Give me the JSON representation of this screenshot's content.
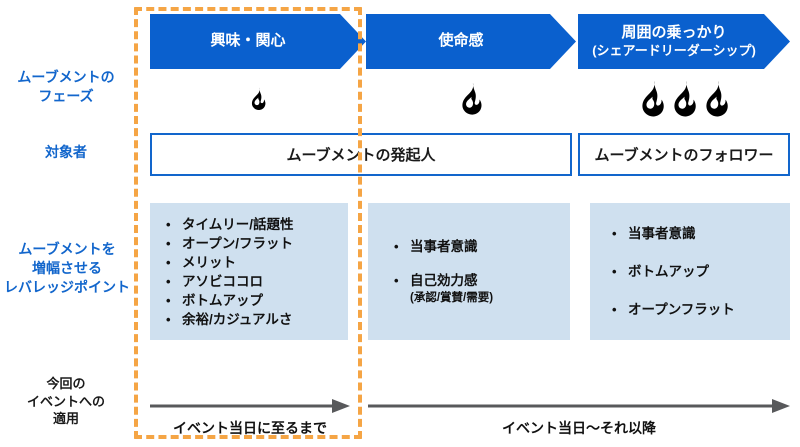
{
  "colors": {
    "chevron_blue": "#0A60CE",
    "label_blue": "#1266CC",
    "box_light_blue": "#CFE0EF",
    "dashed_orange": "#F5A545",
    "timeline_gray": "#58595B",
    "text_black": "#111111"
  },
  "row_labels": {
    "phase": "ムーブメントの\nフェーズ",
    "target": "対象者",
    "leverage": "ムーブメントを\n増幅させる\nレバレッジポイント",
    "apply": "今回の\nイベントへの\n適用"
  },
  "phases": [
    {
      "title": "興味・関心",
      "subtitle": "",
      "flame_count": 1,
      "flame_size": "sm"
    },
    {
      "title": "使命感",
      "subtitle": "",
      "flame_count": 1,
      "flame_size": "md"
    },
    {
      "title": "周囲の乗っかり",
      "subtitle": "(シェアードリーダーシップ)",
      "flame_count": 3,
      "flame_size": "lg"
    }
  ],
  "targets": [
    {
      "label": "ムーブメントの発起人"
    },
    {
      "label": "ムーブメントのフォロワー"
    }
  ],
  "leverage_boxes": [
    {
      "items": [
        {
          "text": "タイムリー/話題性",
          "sub": ""
        },
        {
          "text": "オープン/フラット",
          "sub": ""
        },
        {
          "text": "メリット",
          "sub": ""
        },
        {
          "text": "アソビココロ",
          "sub": ""
        },
        {
          "text": "ボトムアップ",
          "sub": ""
        },
        {
          "text": "余裕/カジュアルさ",
          "sub": ""
        }
      ]
    },
    {
      "items": [
        {
          "text": "当事者意識",
          "sub": ""
        },
        {
          "text": "自己効力感",
          "sub": "(承認/賞賛/需要)"
        }
      ]
    },
    {
      "items": [
        {
          "text": "当事者意識",
          "sub": ""
        },
        {
          "text": "ボトムアップ",
          "sub": ""
        },
        {
          "text": "オープンフラット",
          "sub": ""
        }
      ]
    }
  ],
  "timelines": [
    {
      "caption": "イベント当日に至るまで"
    },
    {
      "caption": "イベント当日〜それ以降"
    }
  ],
  "icons": {
    "flame": "flame-icon"
  }
}
